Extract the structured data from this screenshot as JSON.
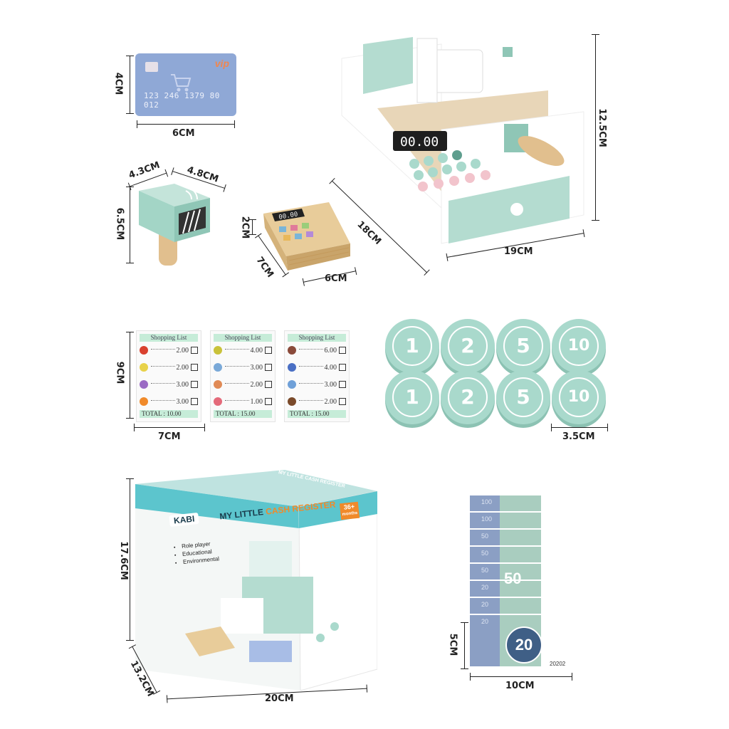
{
  "dimensions": {
    "card_h": "4CM",
    "card_w": "6CM",
    "scanner_a": "4.3CM",
    "scanner_b": "4.8CM",
    "scanner_h": "6.5CM",
    "reader_h": "2CM",
    "reader_d": "7CM",
    "reader_w": "6CM",
    "register_d": "18CM",
    "register_w": "19CM",
    "register_h": "12.5CM",
    "list_h": "9CM",
    "list_w": "7CM",
    "coin_d": "3.5CM",
    "box_h": "17.6CM",
    "box_d": "13.2CM",
    "box_w": "20CM",
    "bill_h": "5CM",
    "bill_w": "10CM"
  },
  "card": {
    "vip": "vip",
    "number": "123 246 1379 80 012"
  },
  "register": {
    "display": "00.00"
  },
  "reader": {
    "display": "00.00"
  },
  "lists": [
    {
      "title": "Shopping List",
      "items": [
        "2.00",
        "2.00",
        "3.00",
        "3.00"
      ],
      "total": "TOTAL  :   10.00",
      "colors": [
        "#d9412f",
        "#e8d24a",
        "#9b6bc4",
        "#f08a2a"
      ]
    },
    {
      "title": "Shopping List",
      "items": [
        "4.00",
        "3.00",
        "2.00",
        "1.00"
      ],
      "total": "TOTAL  :   15.00",
      "colors": [
        "#c9c23a",
        "#7aa9d8",
        "#e08a55",
        "#e46a7a"
      ]
    },
    {
      "title": "Shopping List",
      "items": [
        "6.00",
        "4.00",
        "3.00",
        "2.00"
      ],
      "total": "TOTAL  :   15.00",
      "colors": [
        "#8a4a3a",
        "#4a6fc4",
        "#6fa0d8",
        "#7a4a2a"
      ]
    }
  ],
  "coins": [
    "1",
    "2",
    "5",
    "10",
    "1",
    "2",
    "5",
    "10"
  ],
  "box": {
    "brand": "KABI",
    "title_a": "MY LITTLE ",
    "title_b": "CASH REGISTER",
    "age": "36+",
    "age_sub": "months",
    "side_title": "MY LITTLE CASH REGISTER",
    "bullets": [
      "Role player",
      "Educational",
      "Environmental"
    ]
  },
  "bills": [
    "100",
    "100",
    "50",
    "50",
    "50",
    "20",
    "20",
    "20"
  ],
  "bill_big": {
    "a": "50",
    "b": "20",
    "serial": "20202"
  }
}
